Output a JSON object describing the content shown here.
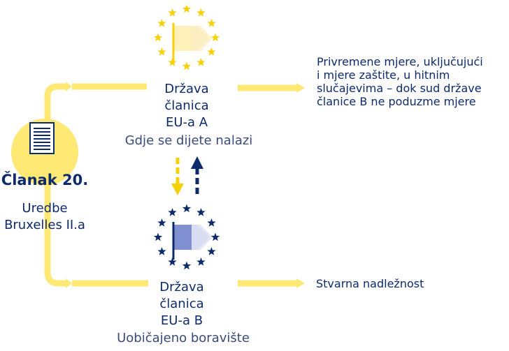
{
  "article": {
    "title": "Članak 20.",
    "subtitle_line1": "Uredbe",
    "subtitle_line2": "Bruxelles II.a"
  },
  "state_a": {
    "line1": "Država",
    "line2": "članica",
    "line3": "EU-a A",
    "caption": "Gdje se dijete nalazi"
  },
  "state_b": {
    "line1": "Država",
    "line2": "članica",
    "line3": "EU-a B",
    "caption": "Uobičajeno boravište"
  },
  "outcome_a": {
    "line1": "Privremene mjere, uključujući",
    "line2": "i mjere zaštite, u hitnim",
    "line3": "slučajevima – dok sud države",
    "line4": "članice B ne poduzme mjere"
  },
  "outcome_b": {
    "line1": "Stvarna nadležnost"
  },
  "colors": {
    "yellow": "#ffe873",
    "gold_star": "#f5d10b",
    "navy": "#0d2a6b",
    "slate": "#3b4a7a",
    "flag_blue": "#7f8fd0"
  },
  "icons": [
    "document-icon",
    "eu-stars-yellow-icon",
    "eu-stars-blue-icon",
    "flag-icon"
  ]
}
